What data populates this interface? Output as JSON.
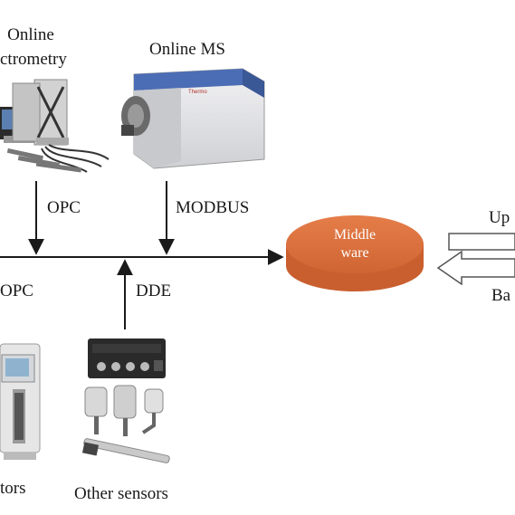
{
  "labels": {
    "online_spectrometry_line1": "Online",
    "online_spectrometry_line2": "ctrometry",
    "online_ms": "Online MS",
    "opc_top": "OPC",
    "modbus": "MODBUS",
    "opc_bottom": "OPC",
    "dde": "DDE",
    "middleware_line1": "Middle",
    "middleware_line2": "ware",
    "up_arrow_label": "Up",
    "back_arrow_label": "Ba",
    "bottom_left_label": "tors",
    "other_sensors": "Other sensors",
    "ms_brand": "Thermo"
  },
  "colors": {
    "middleware_fill": "#d9713f",
    "middleware_top": "#e07a46",
    "line": "#1a1a1a",
    "ms_body": "#e8e8ea",
    "ms_panel": "#3d5fa8",
    "spectrometer_body": "#d8d8d8"
  },
  "icons": {
    "spectrometer": "spectrometer-device",
    "mass_spec": "mass-spectrometer-device",
    "controller": "controller-device",
    "sensors": "sensors-group"
  }
}
